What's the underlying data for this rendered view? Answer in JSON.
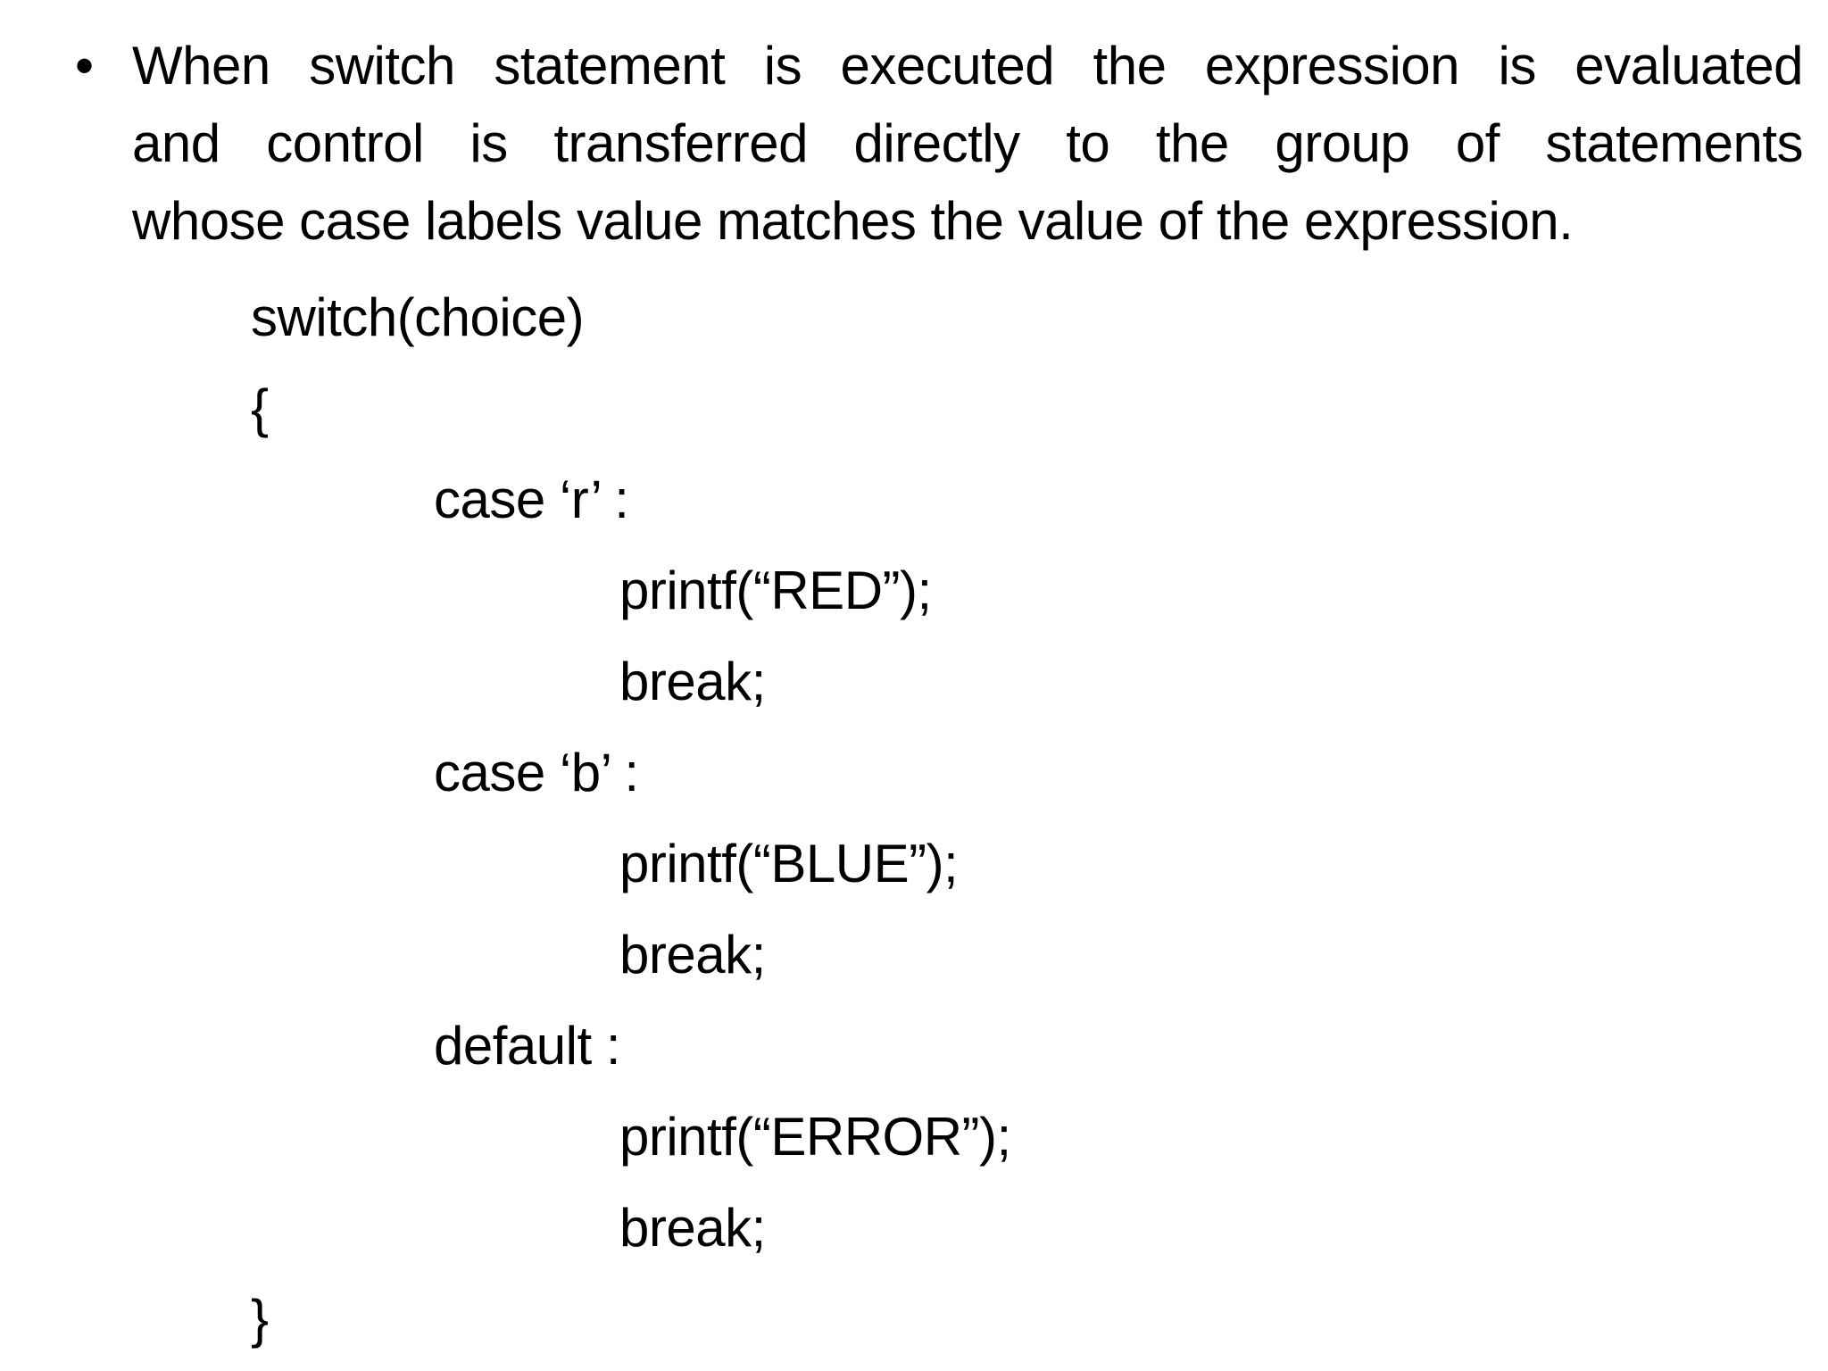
{
  "page": {
    "background_color": "#ffffff",
    "text_color": "#000000"
  },
  "bullet": {
    "marker": "•",
    "full_text": "When switch statement is executed the expression is evaluated and control is transferred directly to the group of statements whose case labels value matches the value of the expression.",
    "lines": [
      "When switch statement is executed the expression is evaluated",
      "and control is transferred directly to the group of statements",
      "whose case labels value matches the value of the expression."
    ]
  },
  "code": {
    "lines": [
      {
        "indent": 1,
        "text": "switch(choice)"
      },
      {
        "indent": 1,
        "text": "{"
      },
      {
        "indent": 2,
        "text": "case ‘r’ :"
      },
      {
        "indent": 3,
        "text": "printf(“RED”);"
      },
      {
        "indent": 3,
        "text": "break;"
      },
      {
        "indent": 2,
        "text": "case ‘b’ :"
      },
      {
        "indent": 3,
        "text": "printf(“BLUE”);"
      },
      {
        "indent": 3,
        "text": "break;"
      },
      {
        "indent": 2,
        "text": "default :"
      },
      {
        "indent": 3,
        "text": "printf(“ERROR”);"
      },
      {
        "indent": 3,
        "text": "break;"
      },
      {
        "indent": 1,
        "text": "}"
      }
    ]
  }
}
